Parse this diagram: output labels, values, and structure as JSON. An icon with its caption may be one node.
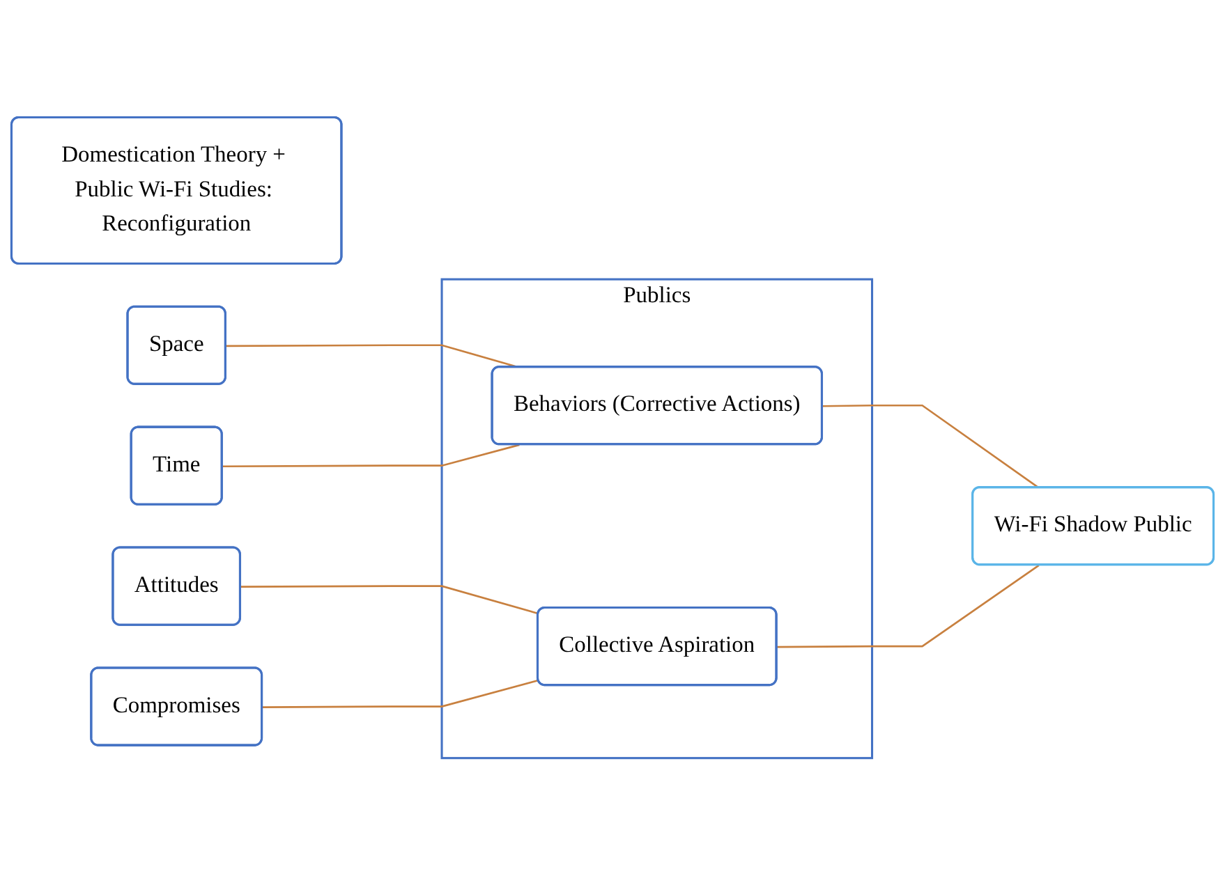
{
  "diagram": {
    "nodes": [
      {
        "text": [
          "Domestication Theory + Public Wi-Fi Studies: Reconfiguration"
        ]
      },
      {
        "text": [
          "Publics"
        ]
      },
      {
        "text": [
          "Space"
        ]
      },
      {
        "text": [
          "Time"
        ]
      },
      {
        "text": [
          "Attitudes"
        ]
      },
      {
        "text": [
          "Compromises"
        ]
      },
      {
        "text": [
          "Behaviors (Corrective Actions)"
        ],
        "in": 1
      },
      {
        "text": [
          "Collective Aspiration"
        ],
        "in": 1
      },
      {
        "text": [
          "Wi-Fi Shadow Public"
        ]
      }
    ],
    "edges": [
      {
        "from": 2,
        "to": 6,
        "arrow": "none"
      },
      {
        "from": 3,
        "to": 6,
        "arrow": "none"
      },
      {
        "from": 4,
        "to": 7,
        "arrow": "none"
      },
      {
        "from": 5,
        "to": 7,
        "arrow": "none"
      },
      {
        "from": 6,
        "to": 8,
        "arrow": "none"
      },
      {
        "from": 7,
        "to": 8,
        "arrow": "none"
      }
    ]
  }
}
